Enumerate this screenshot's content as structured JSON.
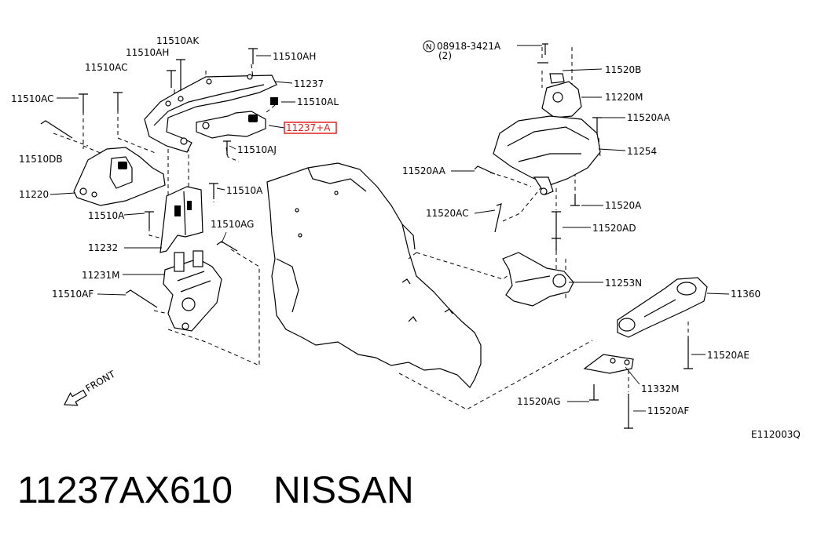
{
  "diagram": {
    "code": "E112003Q",
    "front_label": "FRONT",
    "labels": {
      "l11510AK": "11510AK",
      "l11510AH_top": "11510AH",
      "l11510AH_left": "11510AH",
      "l11237": "11237",
      "l11510AC_a": "11510AC",
      "l11510AC_b": "11510AC",
      "l11510AL": "11510AL",
      "l11237A": "11237+A",
      "l11510AJ": "11510AJ",
      "l11510DB": "11510DB",
      "l11220": "11220",
      "l11510A_right": "11510A",
      "l11510A_left": "11510A",
      "l11510AG": "11510AG",
      "l11232": "11232",
      "l11231M": "11231M",
      "l11510AF": "11510AF",
      "l08918": "08918-3421A",
      "l08918_circle": "N",
      "l08918_qty": "(2)",
      "l11520B": "11520B",
      "l11220M": "11220M",
      "l11520AA_r": "11520AA",
      "l11254": "11254",
      "l11520AA_l": "11520AA",
      "l11520A": "11520A",
      "l11520AC": "11520AC",
      "l11520AD": "11520AD",
      "l11253N": "11253N",
      "l11360": "11360",
      "l11520AE": "11520AE",
      "l11332M": "11332M",
      "l11520AG": "11520AG",
      "l11520AF": "11520AF"
    },
    "highlight_color": "#e0201b"
  },
  "caption": {
    "part_number": "11237AX610",
    "brand": "NISSAN"
  }
}
